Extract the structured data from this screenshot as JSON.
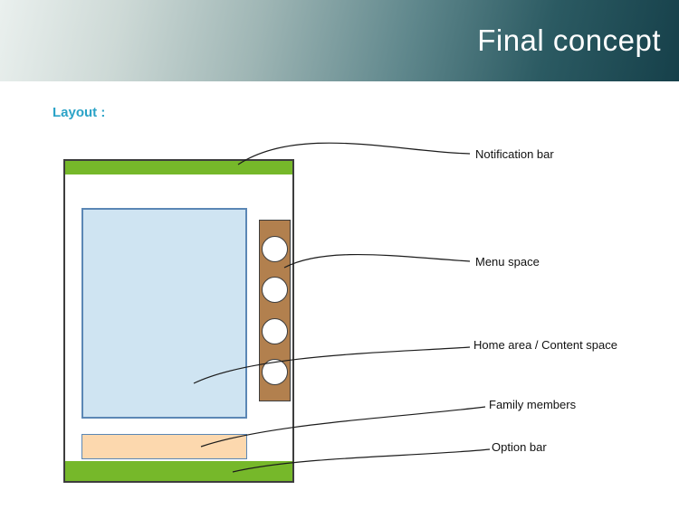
{
  "slide": {
    "title": "Final concept",
    "section_label": "Layout :"
  },
  "diagram": {
    "callouts": [
      {
        "text": "Notification bar"
      },
      {
        "text": "Menu space"
      },
      {
        "text": "Home area / Content space"
      },
      {
        "text": "Family members"
      },
      {
        "text": "Option bar"
      }
    ],
    "menu_circle_count": 4,
    "colors": {
      "header_dark_teal": "#16404a",
      "accent_teal": "#2ba3c7",
      "bar_green": "#76b82a",
      "content_blue": "#cfe4f2",
      "menu_brown": "#b2804e",
      "family_peach": "#fcd8ae",
      "frame_border": "#3d3d3d",
      "blue_border": "#5b87b5"
    }
  }
}
